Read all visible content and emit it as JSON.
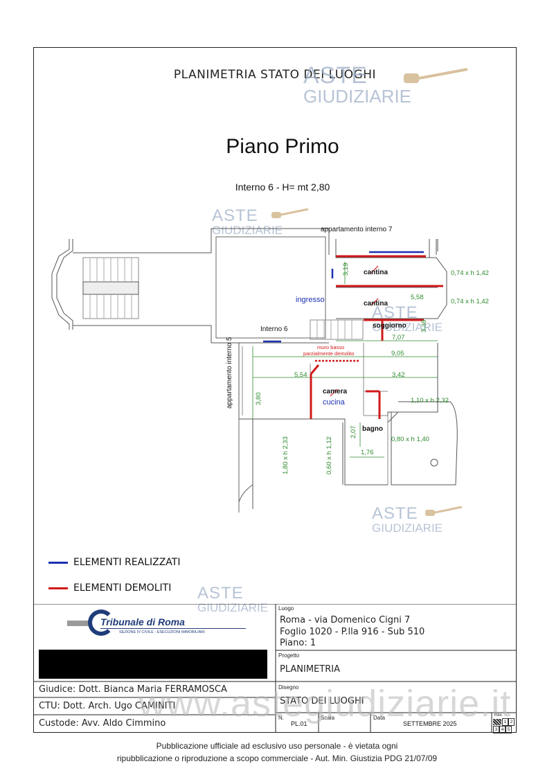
{
  "header": {
    "title": "PLANIMETRIA STATO DEI LUOGHI",
    "floor_title": "Piano Primo",
    "subtitle": "Interno 6 - H= mt 2,80"
  },
  "watermark": {
    "aste": "ASTE",
    "giudiziarie": "GIUDIZIARIE",
    "site": "www.astegiudiziarie.it"
  },
  "plan": {
    "labels": {
      "appartamento_7": "appartamento interno 7",
      "appartamento_5": "appartamento interno 5",
      "interno_6": "Interno 6",
      "ingresso": "ingresso",
      "cantina_1": "cantina",
      "cantina_2": "cantina",
      "soggiorno": "soggiorno",
      "camera": "camera",
      "cucina": "cucina",
      "bagno": "bagno",
      "muro_basso_1": "muro basso",
      "muro_basso_2": "parzialmente demolito"
    },
    "dimensions": {
      "d1": "3,19",
      "d2": "5,58",
      "d3": "3,39",
      "d4": "7,07",
      "d5": "9,05",
      "d6": "5,54",
      "d7": "3,42",
      "d8": "3,80",
      "d9": "2,07",
      "d10": "1,76",
      "w1": "0,74 x h 1,42",
      "w2": "0,74 x h 1,42",
      "w3": "1,10 x h 2,32",
      "w4": "0,80 x h 1,40",
      "w5": "1,80 x h 2,33",
      "w6": "0,60 x h 1,12"
    }
  },
  "legend": {
    "realizzati": "ELEMENTI REALIZZATI",
    "demoliti": "ELEMENTI DEMOLITI",
    "color_realizzati": "#1a2fb0",
    "color_demoliti": "#d01818"
  },
  "titleblock": {
    "tribunale": "Tribunale di Roma",
    "sezione": "SEZIONE IV CIVILE - ESECUZIONI IMMOBILIARI",
    "luogo_label": "Luogo",
    "luogo_1": "Roma - via Domenico Cigni 7",
    "luogo_2": "Foglio 1020 - P.lla 916 - Sub 510",
    "luogo_3": "Piano: 1",
    "progetto_label": "Progetto",
    "progetto": "PLANIMETRIA",
    "disegno_label": "Disegno",
    "disegno": "STATO DEI LUOGHI",
    "giudice": "Giudice: Dott. Bianca Maria FERRAMOSCA",
    "ctu": "CTU: Dott. Arch. Ugo CAMINITI",
    "custode": "Custode: Avv. Aldo Cimmino",
    "n_label": "N.",
    "n_value": "PL.01",
    "scala_label": "Scala",
    "data_label": "Data",
    "data_value": "SETTEMBRE 2025",
    "rev_label": "Rev.",
    "rev_nums": [
      "1",
      "2",
      "3",
      "4",
      "5"
    ]
  },
  "footer": {
    "line1": "Pubblicazione ufficiale ad esclusivo uso personale - è vietata ogni",
    "line2": "ripubblicazione o riproduzione a scopo commerciale - Aut. Min. Giustizia PDG 21/07/09"
  }
}
